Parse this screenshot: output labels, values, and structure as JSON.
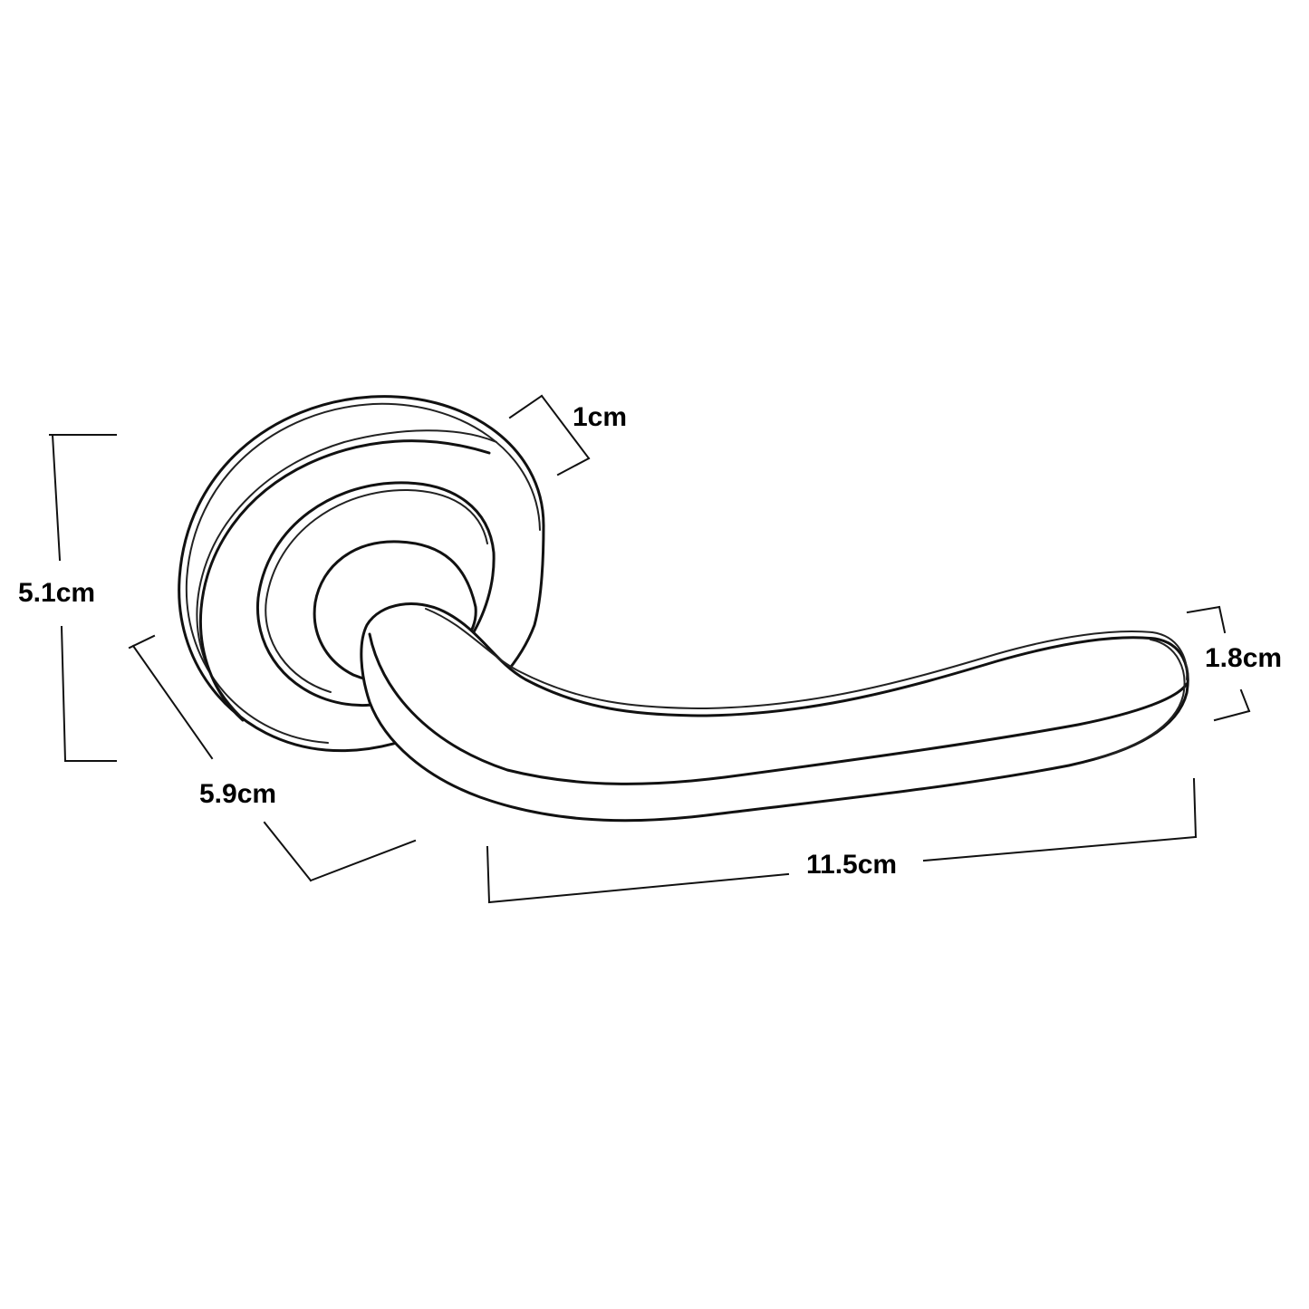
{
  "dimensions": {
    "rose_height": "5.1cm",
    "rose_depth": "5.9cm",
    "rose_step": "1cm",
    "lever_thickness": "1.8cm",
    "lever_length": "11.5cm"
  }
}
